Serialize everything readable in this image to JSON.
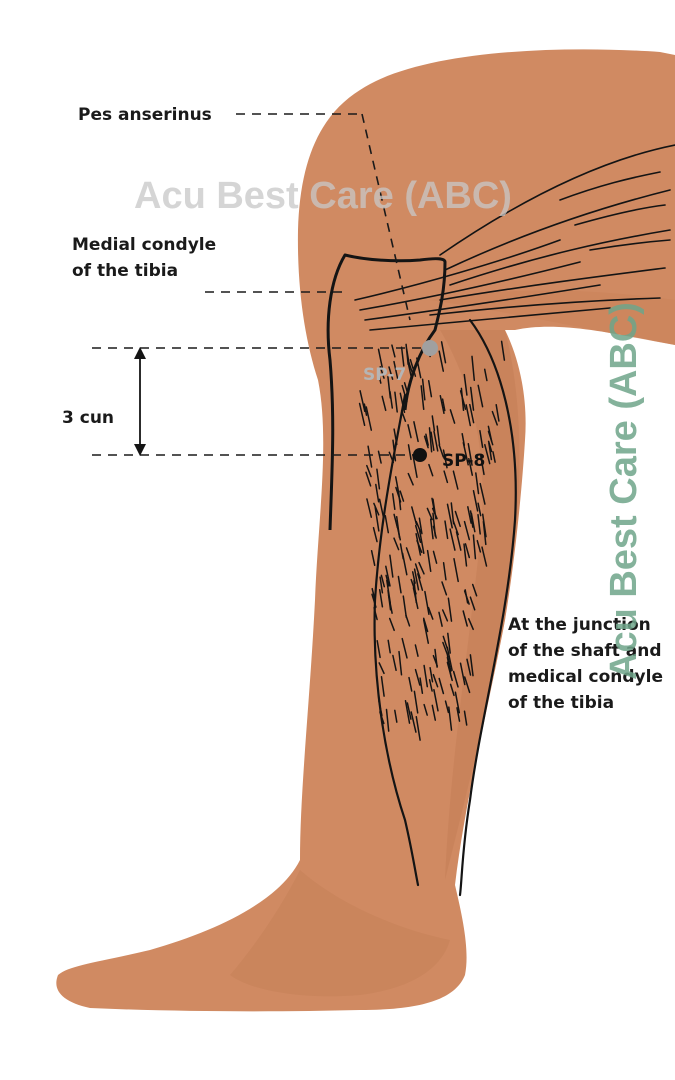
{
  "labels": {
    "pes_anserinus": "Pes anserinus",
    "medial_condyle_line1": "Medial condyle",
    "medial_condyle_line2": "of the tibia",
    "distance": "3 cun",
    "junction_line1": "At the junction",
    "junction_line2": "of the shaft and",
    "junction_line3": "medical condyle",
    "junction_line4": "of the tibia"
  },
  "points": {
    "sp7": {
      "label": "SP-7",
      "color": "#a0a0a0"
    },
    "sp8": {
      "label": "SP-8",
      "color": "#111111"
    }
  },
  "watermark": {
    "text": "Acu Best Care (ABC)",
    "horizontal_color": "#c8c8c8",
    "vertical_color": "#6fa58a"
  },
  "colors": {
    "skin": "#d08a62",
    "skin_shadow": "#c07a54",
    "outline": "#141414"
  }
}
